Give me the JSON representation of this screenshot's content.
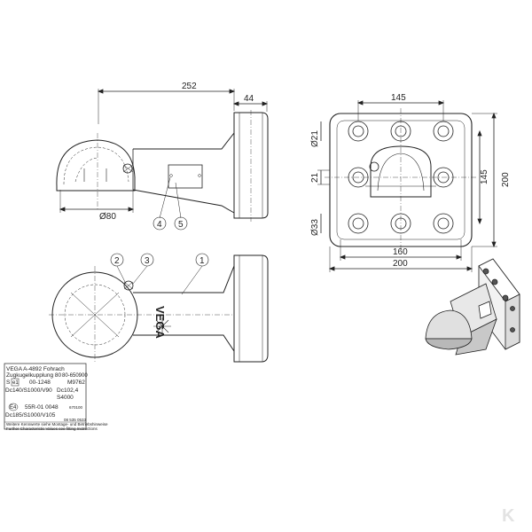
{
  "dimensions": {
    "length_252": "252",
    "flange_44": "44",
    "ball_dia_80": "Ø80",
    "width_145": "145",
    "hole_dia_21": "Ø21",
    "offset_21": "21",
    "hole_dia_33": "Ø33",
    "height_145": "145",
    "height_200": "200",
    "width_160": "160",
    "width_200": "200"
  },
  "callouts": [
    "1",
    "2",
    "3",
    "4",
    "5"
  ],
  "brand_mark": "VEGA",
  "type_plate": {
    "line1": "VEGA  A-4892 Fohrach",
    "line1_right": "",
    "line2": "Zugkugelkupplung 80",
    "line2_right": "80-650900",
    "line3_s": "S",
    "line3_e1": "e1",
    "line3_code": "00-1248",
    "line3_right": "M9762",
    "line4": "Dc140/S1000/V90",
    "line4_right": "Dc102,4",
    "line5_right": "S4000",
    "line6_e4": "E4",
    "line6_code": "55R-01 0048",
    "line6_right": "670100",
    "line7": "Dc185/S1000/V105",
    "line8_right": "08 535 0533",
    "footer1": "Weitere Kennwerte siehe Montage- und Betriebshinweise",
    "footer2": "Further Characteristic Values see fitting Instructions"
  },
  "corner_logo": "K"
}
